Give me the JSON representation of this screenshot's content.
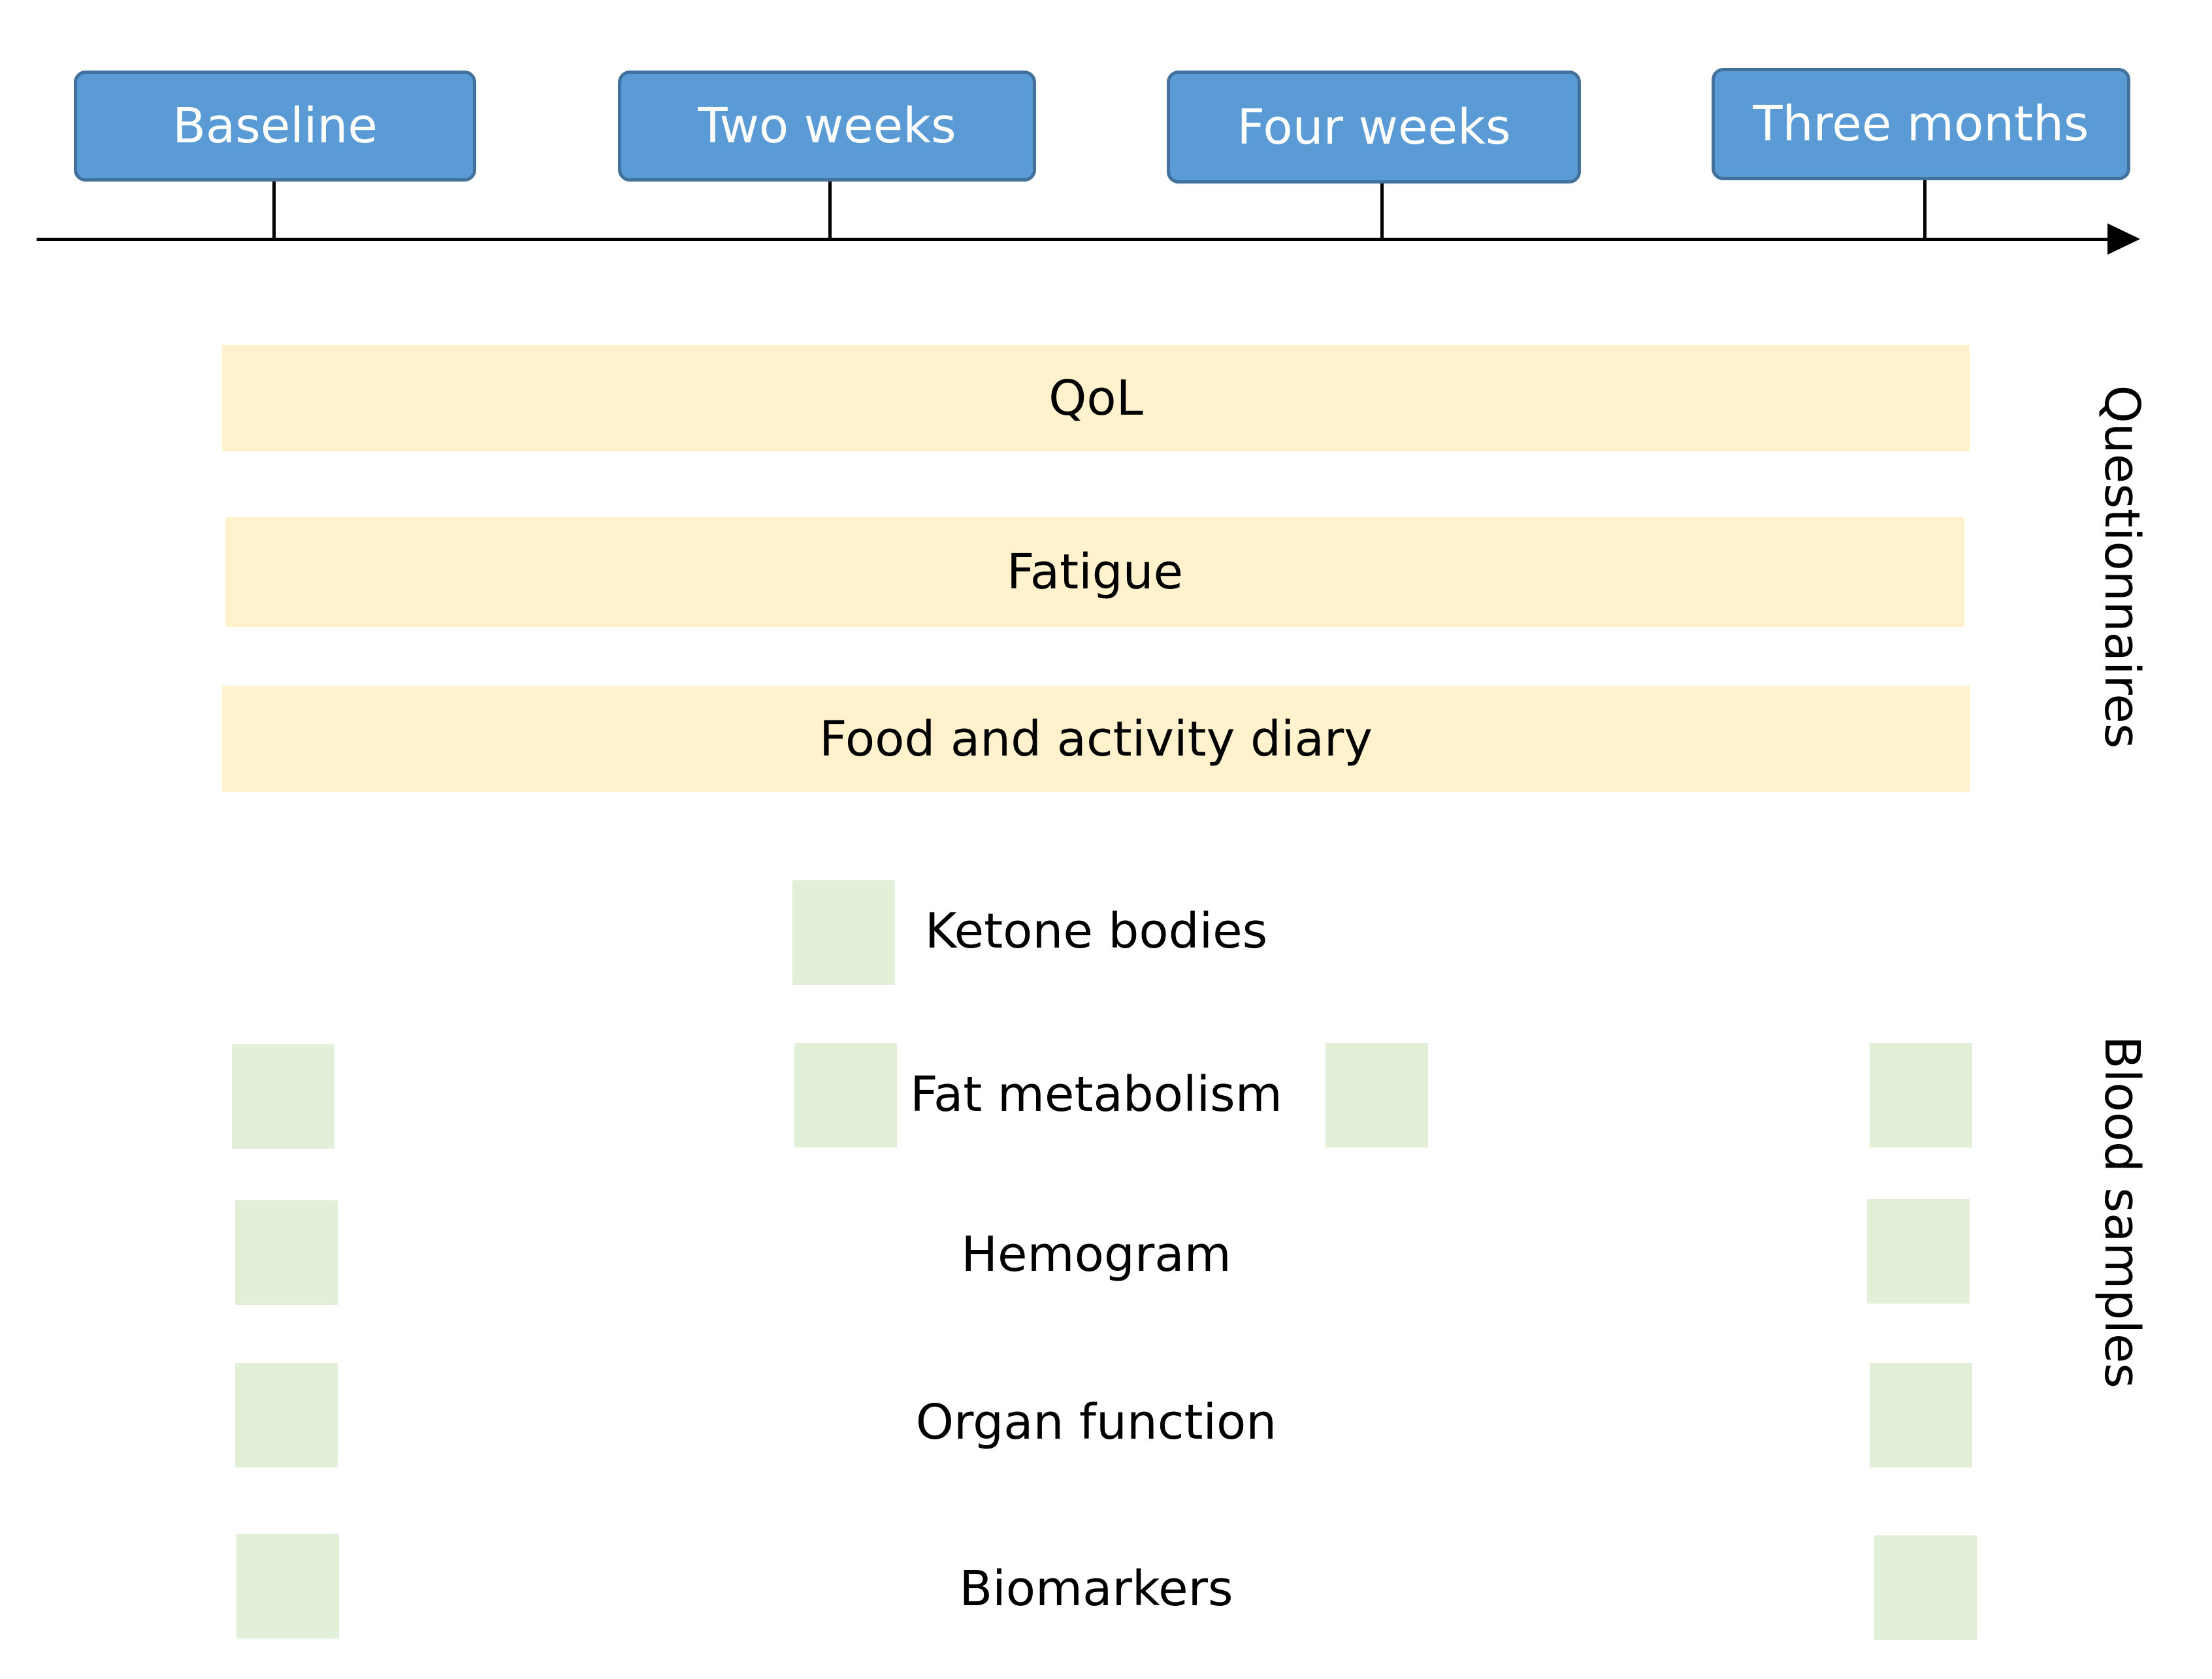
{
  "timeline": {
    "timepoints": [
      "Baseline",
      "Two weeks",
      "Four weeks",
      "Three months"
    ]
  },
  "questionnaires": {
    "group_label": "Questionnaires",
    "items": [
      "QoL",
      "Fatigue",
      "Food and activity diary"
    ]
  },
  "blood_samples": {
    "group_label": "Blood samples",
    "rows": [
      {
        "label": "Ketone bodies",
        "sampled_at": [
          "Two weeks"
        ]
      },
      {
        "label": "Fat metabolism",
        "sampled_at": [
          "Baseline",
          "Two weeks",
          "Four weeks",
          "Three months"
        ]
      },
      {
        "label": "Hemogram",
        "sampled_at": [
          "Baseline",
          "Three months"
        ]
      },
      {
        "label": "Organ function",
        "sampled_at": [
          "Baseline",
          "Three months"
        ]
      },
      {
        "label": "Biomarkers",
        "sampled_at": [
          "Baseline",
          "Three months"
        ]
      }
    ]
  },
  "colors": {
    "timepoint_fill": "#5b9bd5",
    "timepoint_border": "#41719c",
    "questionnaire_fill": "#fff2cc",
    "sample_fill": "#e2efd9",
    "axis": "#000000"
  }
}
